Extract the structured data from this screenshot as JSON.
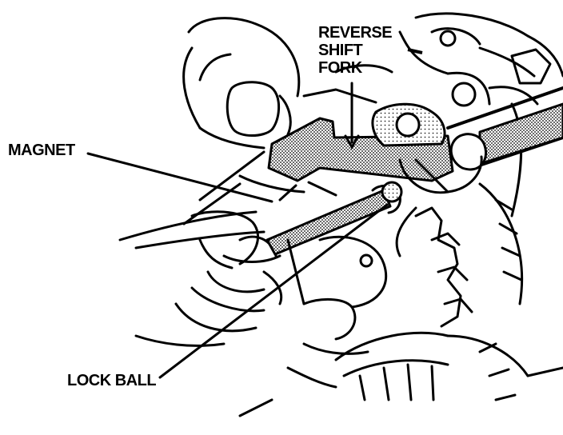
{
  "labels": {
    "reverse_shift_fork": [
      "REVERSE",
      "SHIFT",
      "FORK"
    ],
    "magnet": "MAGNET",
    "lock_ball": "LOCK BALL"
  },
  "colors": {
    "ink": "#000000",
    "paper": "#ffffff"
  }
}
